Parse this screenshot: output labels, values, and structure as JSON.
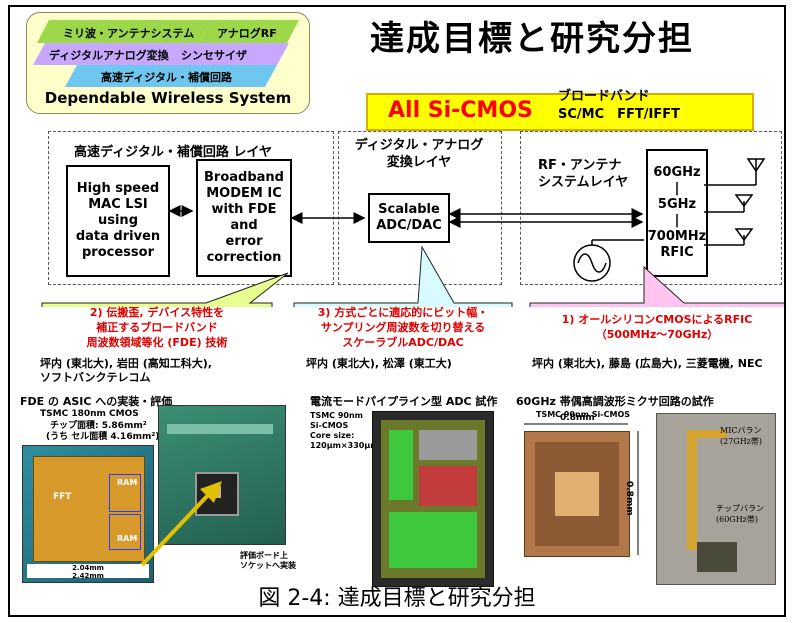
{
  "badge": {
    "layers": [
      "ミリ波・アンテナシステム",
      "アナログRF",
      "ディジタルアナログ変換",
      "シンセサイザ",
      "高速ディジタル・補償回路"
    ],
    "caption": "Dependable Wireless System"
  },
  "title": "達成目標と研究分担",
  "banner": {
    "main": "All Si-CMOS",
    "side_title": "ブロードバンド",
    "side_items": "SC/MC　FFT/IFFT"
  },
  "layers": {
    "digital": {
      "title": "高速ディジタル・補償回路 レイヤ"
    },
    "converter": {
      "title_line1": "ディジタル・アナログ",
      "title_line2": "変換レイヤ"
    },
    "rf": {
      "title_line1": "RF・アンテナ",
      "title_line2": "システムレイヤ"
    }
  },
  "blocks": {
    "mac": [
      "High speed",
      "MAC LSI",
      "using",
      "data driven",
      "processor"
    ],
    "modem": [
      "Broadband",
      "MODEM IC",
      "with FDE",
      "and",
      "error",
      "correction"
    ],
    "adc": [
      "Scalable",
      "ADC/DAC"
    ],
    "rfic": [
      "60GHz",
      "|",
      "5GHz",
      "|",
      "700MHz",
      "RFIC"
    ]
  },
  "callouts": {
    "c2": [
      "2) 伝搬歪, デバイス特性を",
      "補正するブロードバンド",
      "周波数領域等化 (FDE) 技術"
    ],
    "c3": [
      "3) 方式ごとに適応的にビット幅・",
      "サンプリング周波数を切り替える",
      "スケーラブルADC/DAC"
    ],
    "c1": [
      "1) オールシリコンCMOSによるRFIC",
      "（500MHz～70GHz）"
    ]
  },
  "colors": {
    "callout2_fill": "#e6ff8f",
    "callout3_fill": "#d8fbff",
    "callout1_fill": "#ffc4f0",
    "banner_fill": "#ffff00",
    "banner_text": "#ff0000",
    "callout_text": "#e00000"
  },
  "credits": {
    "c2": [
      "坪内 (東北大), 岩田 (高知工科大),",
      "ソフトバンクテレコム"
    ],
    "c3": "坪内 (東北大), 松澤 (東工大)",
    "c1": "坪内 (東北大), 藤島 (広島大), 三菱電機, NEC"
  },
  "photos": {
    "fde": {
      "caption": "FDE の ASIC への実装・評価",
      "process": "TSMC 180nm CMOS",
      "area_line1": "チップ面積: 5.86mm²",
      "area_line2": "(うち セル面積 4.16mm²)",
      "labels": [
        "FFT",
        "RAM",
        "RAM"
      ],
      "dims": [
        "2.04mm",
        "2.42mm"
      ],
      "board_note": [
        "評価ボード上",
        "ソケットへ実装"
      ]
    },
    "adc": {
      "caption": "電流モードパイプライン型 ADC 試作",
      "process": [
        "TSMC 90nm",
        "Si-CMOS",
        "Core size:",
        "120μm×330μm"
      ]
    },
    "mixer": {
      "caption": "60GHz 帯偶高調波形ミクサ回路の試作",
      "process": "TSMC 90nm Si-CMOS",
      "dim_h": "0.8mm",
      "dim_v": "0.8mm",
      "balun1": [
        "MICバラン",
        "(27GHz帯)"
      ],
      "balun2": [
        "チップバラン",
        "(60GHz帯)"
      ]
    }
  },
  "figure_caption": "図 2-4:  達成目標と研究分担"
}
